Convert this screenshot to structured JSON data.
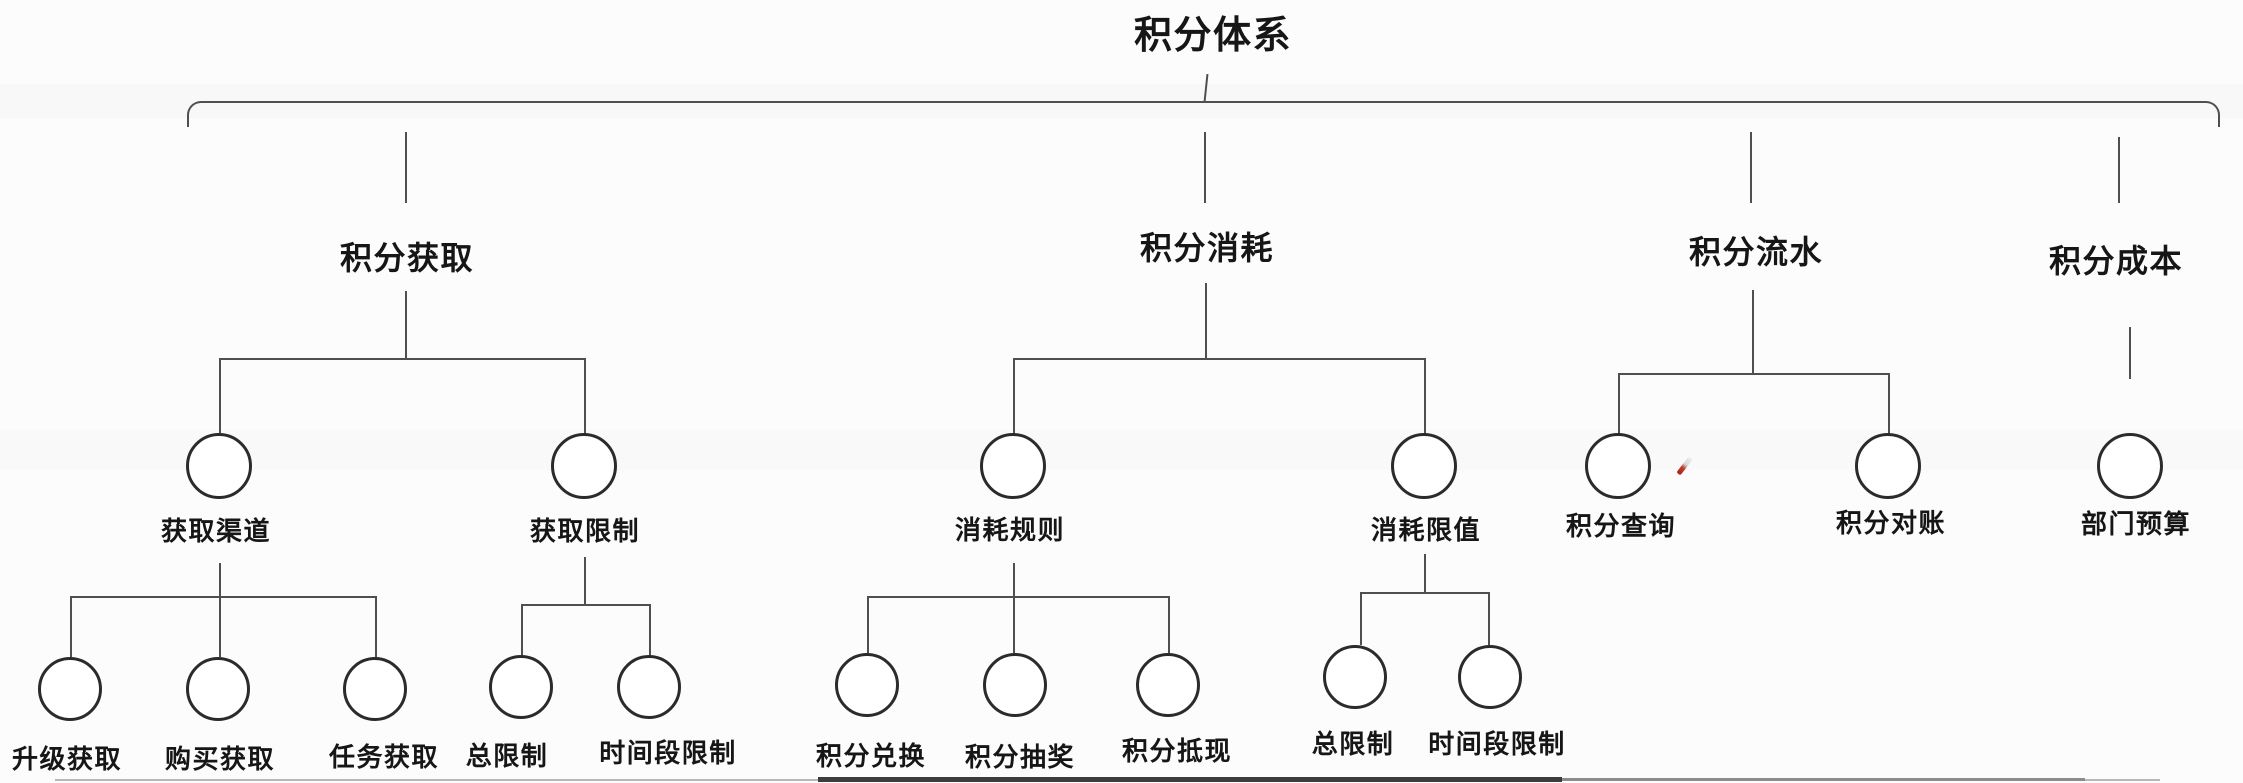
{
  "meta": {
    "background": "#fcfcfc",
    "line_color": "#4f4f4f",
    "circle_border_color": "#2b2b2b",
    "text_color": "#161616",
    "cursor_color": "#c23a2e",
    "cursor_icon": "red-pen-cursor"
  },
  "tree": {
    "label": "积分体系",
    "children": [
      {
        "label": "积分获取",
        "children": [
          {
            "label": "获取渠道",
            "children": [
              {
                "label": "升级获取"
              },
              {
                "label": "购买获取"
              },
              {
                "label": "任务获取"
              }
            ]
          },
          {
            "label": "获取限制",
            "children": [
              {
                "label": "总限制"
              },
              {
                "label": "时间段限制"
              }
            ]
          }
        ]
      },
      {
        "label": "积分消耗",
        "children": [
          {
            "label": "消耗规则",
            "children": [
              {
                "label": "积分兑换"
              },
              {
                "label": "积分抽奖"
              },
              {
                "label": "积分抵现"
              }
            ]
          },
          {
            "label": "消耗限值",
            "children": [
              {
                "label": "总限制"
              },
              {
                "label": "时间段限制"
              }
            ]
          }
        ]
      },
      {
        "label": "积分流水",
        "children": [
          {
            "label": "积分查询"
          },
          {
            "label": "积分对账"
          }
        ]
      },
      {
        "label": "积分成本",
        "children": [
          {
            "label": "部门预算"
          }
        ]
      }
    ]
  }
}
